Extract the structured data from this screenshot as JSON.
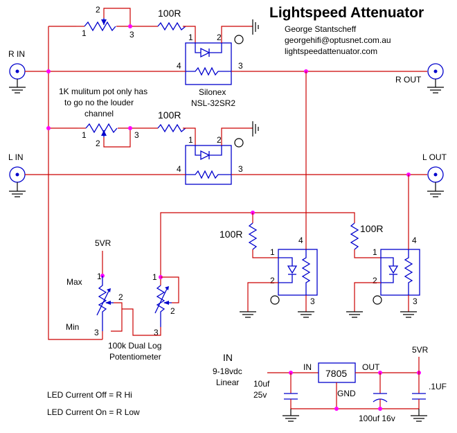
{
  "title": "Lightspeed Attenuator",
  "author": {
    "name": "George Stantscheff",
    "email": "georgehifi@optusnet.com.au",
    "website": "lightspeedattenuator.com"
  },
  "ports": {
    "r_in": "R IN",
    "l_in": "L IN",
    "r_out": "R  OUT",
    "l_out": "L OUT"
  },
  "optocoupler": {
    "line1": "Silonex",
    "line2": "NSL-32SR2"
  },
  "resistor_100r": "100R",
  "multiturn_note": [
    "1K mulitum pot only has",
    "to go no the louder",
    "channel"
  ],
  "pins": {
    "p1": "1",
    "p2": "2",
    "p3": "3",
    "p4": "4"
  },
  "pot": {
    "supply": "5VR",
    "max": "Max",
    "min": "Min",
    "caption_line1": "100k Dual Log",
    "caption_line2": "Potentiometer"
  },
  "power": {
    "in_title": "IN",
    "in_volts": "9-18vdc",
    "in_type": "Linear",
    "in_pin": "IN",
    "regulator": "7805",
    "out_pin": "OUT",
    "gnd": "GND",
    "supply_out": "5VR",
    "c_in_value": "10uf",
    "c_in_voltage": "25v",
    "c_mid": "100uf 16v",
    "c_out": ".1UF"
  },
  "notes": {
    "led_off": "LED Current Off = R Hi",
    "led_on": "LED Current On = R Low"
  },
  "colors": {
    "wire": "#cc0000",
    "component": "#0000cc",
    "junction": "#ff00ff",
    "ground": "#000000"
  }
}
